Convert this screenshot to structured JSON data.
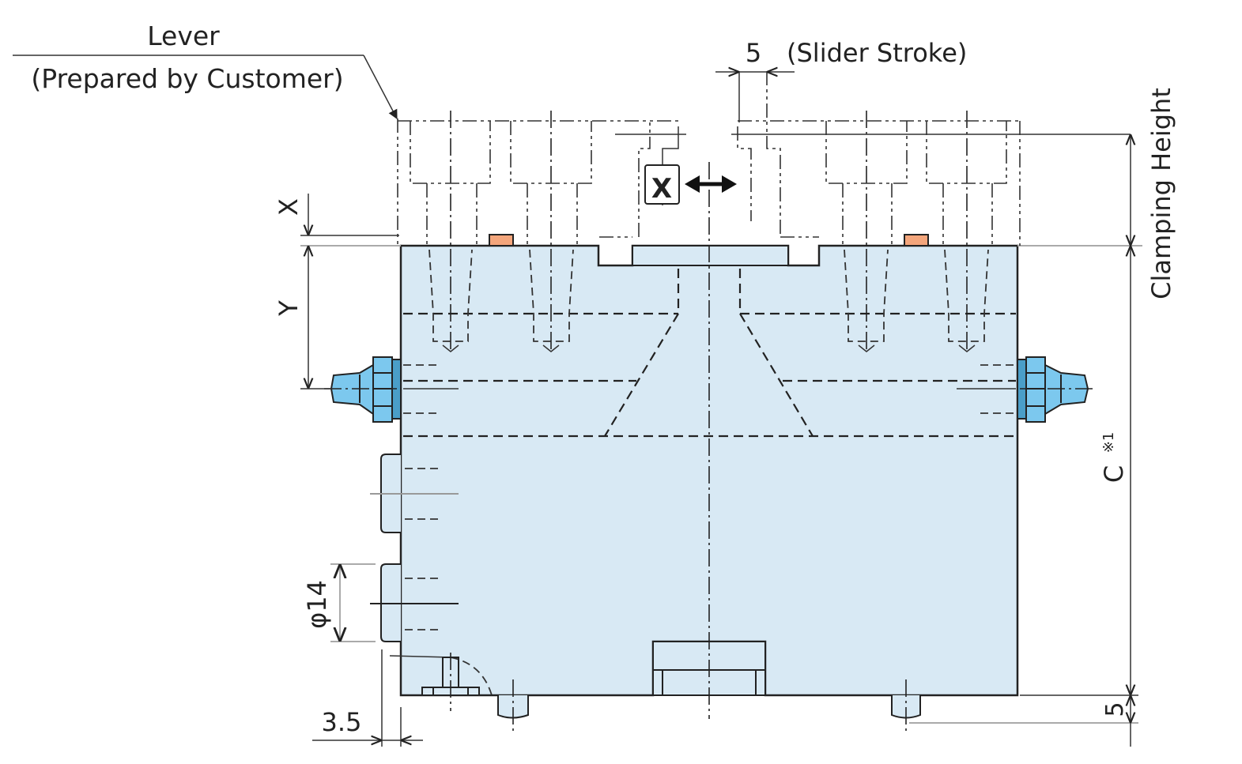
{
  "drawing": {
    "title": "Slider clamp side view",
    "colors": {
      "body_fill": "#d8e9f4",
      "fitting_fill": "#7cc8ee",
      "fitting_dark": "#4a9ec8",
      "pad_fill": "#f4a67c",
      "line": "#222222"
    },
    "labels": {
      "lever": "Lever",
      "lever_note": "(Prepared by Customer)",
      "slider_stroke_value": "5",
      "slider_stroke_label": "(Slider Stroke)",
      "x_box": "X",
      "dim_x": "X",
      "dim_y": "Y",
      "clamping_height": "Clamping Height",
      "dim_c": "C",
      "dim_c_note": "※1",
      "dim_5_bottom": "5",
      "dim_phi14": "φ14",
      "dim_3_5": "3.5"
    },
    "icons": {
      "motion_arrow": "double-arrow-horizontal-icon",
      "leader_arrow": "leader-arrow-icon"
    }
  }
}
